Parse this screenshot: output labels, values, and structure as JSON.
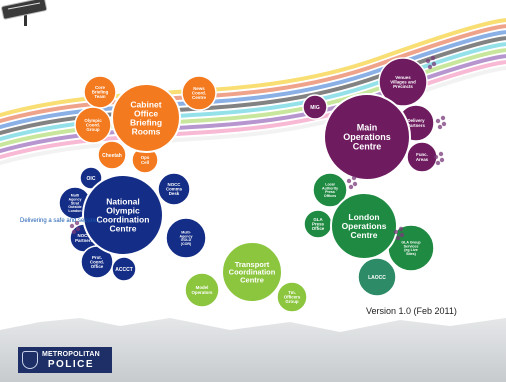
{
  "title": "",
  "delivering_text": "Delivering a safe and secure...",
  "version_text": "Version 1.0 (Feb 2011)",
  "logo": {
    "line1": "METROPOLITAN",
    "line2": "POLICE"
  },
  "colors": {
    "cabinet": "#f47a1f",
    "main_ops": "#6e1b5f",
    "nocc": "#142d86",
    "lonops": "#1f8a42",
    "transport": "#8cc63f",
    "laocc": "#2e8b68"
  },
  "hubs": [
    {
      "id": "cabinet",
      "lines": [
        "Cabinet",
        "Office",
        "Briefing",
        "Rooms"
      ],
      "color": "#f47a1f"
    },
    {
      "id": "main_ops",
      "lines": [
        "Main",
        "Operations",
        "Centre"
      ],
      "color": "#6e1b5f"
    },
    {
      "id": "nocc",
      "lines": [
        "National",
        "Olympic",
        "Coordination",
        "Centre"
      ],
      "color": "#142d86"
    },
    {
      "id": "lonops",
      "lines": [
        "London",
        "Operations",
        "Centre"
      ],
      "color": "#1f8a42"
    },
    {
      "id": "transport",
      "lines": [
        "Transport",
        "Coordination",
        "Centre"
      ],
      "color": "#8cc63f"
    }
  ],
  "satellites": [
    {
      "hub": "cabinet",
      "lines": [
        "Core",
        "Briefing",
        "Team"
      ]
    },
    {
      "hub": "cabinet",
      "lines": [
        "Olympic",
        "Coord.",
        "Group"
      ]
    },
    {
      "hub": "cabinet",
      "lines": [
        "Cheetah"
      ]
    },
    {
      "hub": "cabinet",
      "lines": [
        "Ops",
        "Cell"
      ]
    },
    {
      "hub": "cabinet",
      "lines": [
        "News",
        "Coord.",
        "Centre"
      ]
    },
    {
      "hub": "main_ops",
      "lines": [
        "MIG"
      ]
    },
    {
      "hub": "main_ops",
      "lines": [
        "Venues",
        "Villages and",
        "Precincts"
      ]
    },
    {
      "hub": "main_ops",
      "lines": [
        "Delivery",
        "Partners"
      ]
    },
    {
      "hub": "main_ops",
      "lines": [
        "Func.",
        "Areas"
      ]
    },
    {
      "hub": "nocc",
      "lines": [
        "OIC"
      ]
    },
    {
      "hub": "nocc",
      "lines": [
        "Multi",
        "Agency",
        "Strat",
        "Outside",
        "London"
      ]
    },
    {
      "hub": "nocc",
      "lines": [
        "NOCC",
        "Partners"
      ]
    },
    {
      "hub": "nocc",
      "lines": [
        "Prot.",
        "Coord.",
        "Office"
      ]
    },
    {
      "hub": "nocc",
      "lines": [
        "ACCCT"
      ]
    },
    {
      "hub": "nocc",
      "lines": [
        "NOCC",
        "Comms",
        "Desk"
      ]
    },
    {
      "hub": "nocc",
      "lines": [
        "Multi-",
        "Agency",
        "GOLD",
        "(COR)"
      ]
    },
    {
      "hub": "lonops",
      "lines": [
        "Local",
        "Authority",
        "Press",
        "Offices"
      ]
    },
    {
      "hub": "lonops",
      "lines": [
        "GLA",
        "Press",
        "Office"
      ]
    },
    {
      "hub": "lonops",
      "lines": [
        "GLA Group",
        "Services",
        "(eg Live",
        "Sites)"
      ]
    },
    {
      "hub": "lonops",
      "lines": [
        "LAOCC"
      ]
    },
    {
      "hub": "transport",
      "lines": [
        "Model",
        "Operators"
      ]
    },
    {
      "hub": "transport",
      "lines": [
        "Tm.",
        "Officers",
        "Group"
      ]
    }
  ]
}
